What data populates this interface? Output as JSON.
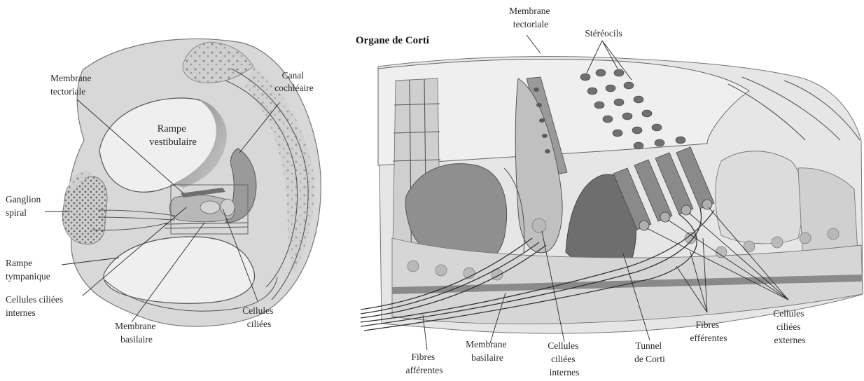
{
  "left_panel": {
    "labels": {
      "membrane_tectoriale": [
        "Membrane",
        "tectoriale"
      ],
      "canal_cochleaire": [
        "Canal",
        "cochléaire"
      ],
      "rampe_vestibulaire": [
        "Rampe",
        "vestibulaire"
      ],
      "ganglion_spiral": [
        "Ganglion",
        "spiral"
      ],
      "rampe_tympanique": [
        "Rampe",
        "tympanique"
      ],
      "cellules_ciliees_internes": [
        "Cellules ciliées",
        "internes"
      ],
      "membrane_basilaire": [
        "Membrane",
        "basilaire"
      ],
      "cellules_ciliees": [
        "Cellules",
        "ciliées"
      ]
    }
  },
  "right_panel": {
    "title": "Organe de Corti",
    "labels": {
      "membrane_tectoriale": [
        "Membrane",
        "tectoriale"
      ],
      "stereocils": [
        "Stéréocils"
      ],
      "fibres_afferentes": [
        "Fibres",
        "afférentes"
      ],
      "membrane_basilaire": [
        "Membrane",
        "basilaire"
      ],
      "cellules_ciliees_internes": [
        "Cellules",
        "ciliées",
        "internes"
      ],
      "tunnel_de_corti": [
        "Tunnel",
        "de Corti"
      ],
      "fibres_efferentes": [
        "Fibres",
        "efférentes"
      ],
      "cellules_ciliees_externes": [
        "Cellules",
        "ciliées",
        "externes"
      ]
    }
  },
  "colors": {
    "tissue_light": "#e6e6e6",
    "tissue_mid": "#c4c4c4",
    "tissue_dark": "#8a8a8a",
    "bone": "#cfcfcf",
    "ink": "#2a2a2a"
  }
}
